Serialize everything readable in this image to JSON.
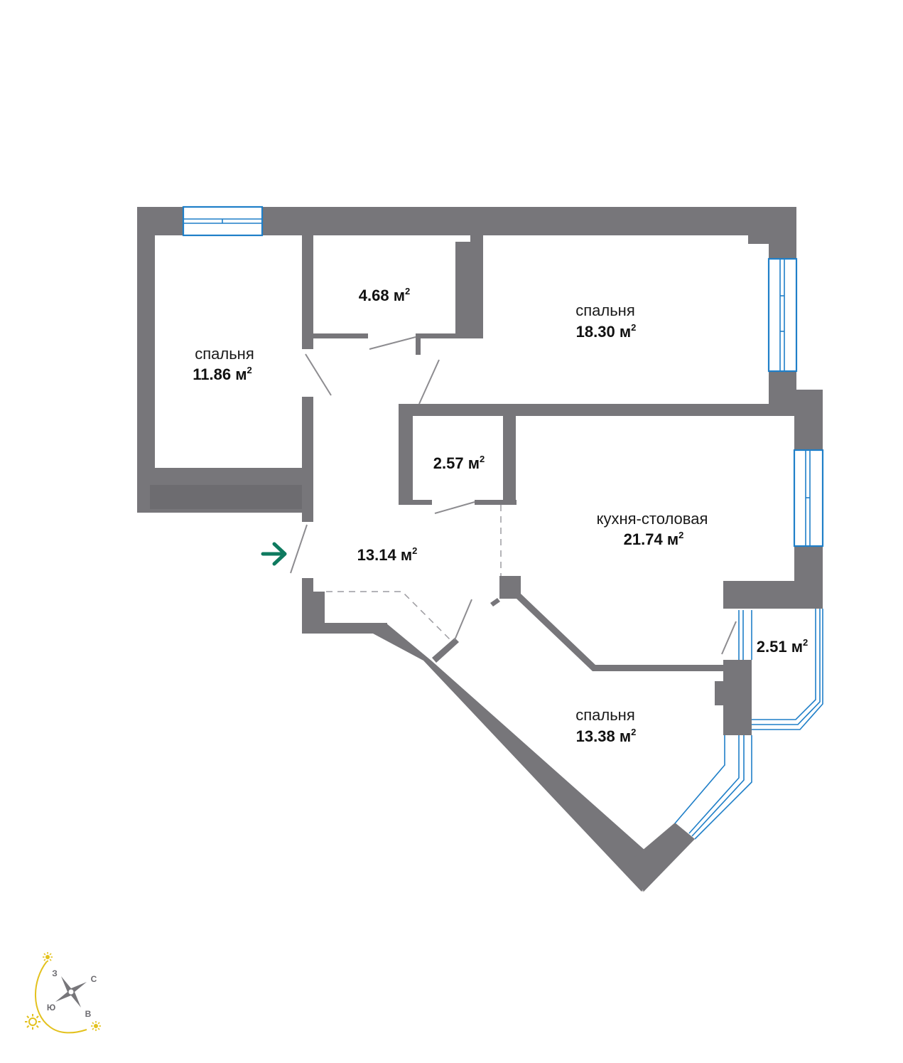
{
  "rooms": [
    {
      "id": "bedroom-1",
      "name": "спальня",
      "area": "11.86 м",
      "unit_sup": "2"
    },
    {
      "id": "storage-1",
      "name": "",
      "area": "4.68 м",
      "unit_sup": "2"
    },
    {
      "id": "bedroom-2",
      "name": "спальня",
      "area": "18.30 м",
      "unit_sup": "2"
    },
    {
      "id": "bath",
      "name": "",
      "area": "2.57 м",
      "unit_sup": "2"
    },
    {
      "id": "hall",
      "name": "",
      "area": "13.14 м",
      "unit_sup": "2"
    },
    {
      "id": "kitchen",
      "name": "кухня-столовая",
      "area": "21.74 м",
      "unit_sup": "2"
    },
    {
      "id": "balcony",
      "name": "",
      "area": "2.51 м",
      "unit_sup": "2"
    },
    {
      "id": "bedroom-3",
      "name": "спальня",
      "area": "13.38 м",
      "unit_sup": "2"
    }
  ],
  "compass": {
    "north": "С",
    "south": "Ю",
    "east": "В",
    "west": "З"
  },
  "icons": {
    "entrance": "arrow-right-icon",
    "sun": "sun-icon"
  },
  "colors": {
    "wall": "#77767a",
    "window": "#1f7fc8",
    "entrance_arrow": "#0e7a5f",
    "sun": "#e3c11d"
  }
}
